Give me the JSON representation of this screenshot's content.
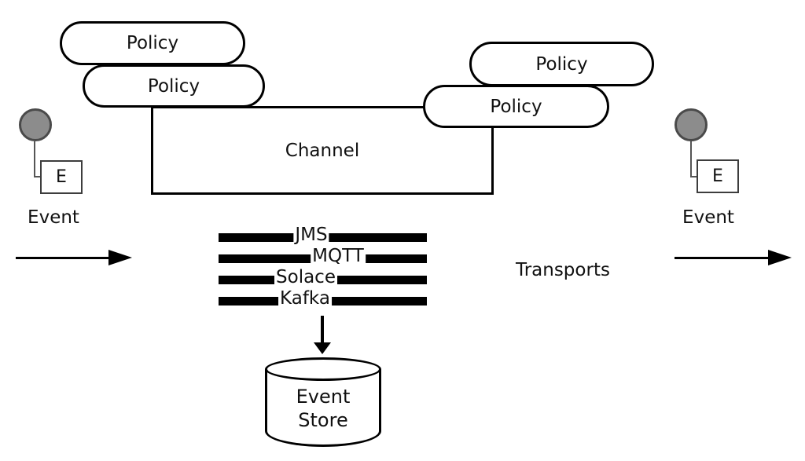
{
  "nodes": {
    "policies": [
      {
        "label": "Policy"
      },
      {
        "label": "Policy"
      },
      {
        "label": "Policy"
      },
      {
        "label": "Policy"
      }
    ],
    "channel": {
      "label": "Channel"
    },
    "event_left": {
      "marker": "E",
      "label": "Event"
    },
    "event_right": {
      "marker": "E",
      "label": "Event"
    },
    "transports": {
      "label": "Transports",
      "items": [
        "JMS",
        "MQTT",
        "Solace",
        "Kafka"
      ]
    },
    "event_store": {
      "label_line1": "Event",
      "label_line2": "Store"
    }
  },
  "colors": {
    "background": "#ffffff",
    "line": "#000000",
    "event_marker_fill": "#8c8c8c",
    "event_marker_border": "#4a4a4a"
  }
}
